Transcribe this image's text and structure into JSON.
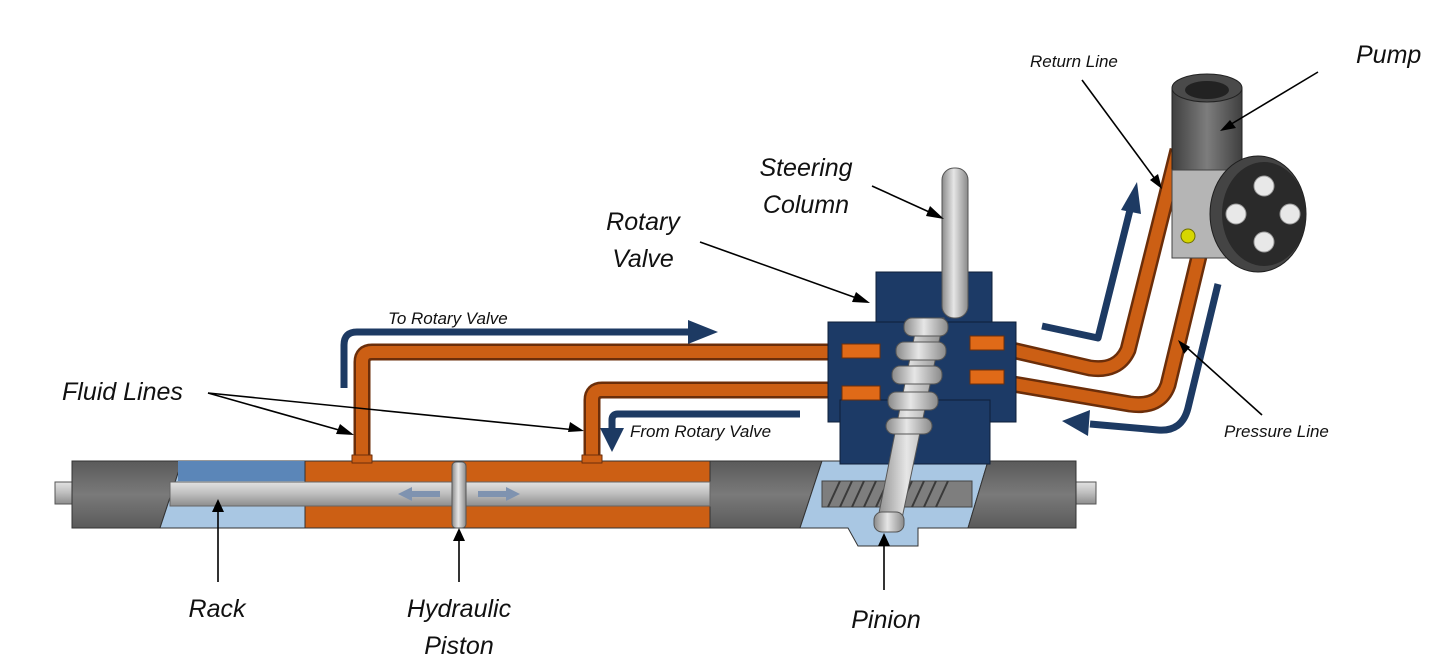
{
  "labels": {
    "steering_column": [
      "Steering",
      "Column"
    ],
    "rotary_valve": [
      "Rotary",
      "Valve"
    ],
    "fluid_lines": "Fluid Lines",
    "to_rotary_valve": "To Rotary Valve",
    "from_rotary_valve": "From Rotary Valve",
    "return_line": "Return Line",
    "pump": "Pump",
    "pressure_line": "Pressure Line",
    "rack": "Rack",
    "hydraulic_piston": [
      "Hydraulic",
      "Piston"
    ],
    "pinion": "Pinion"
  },
  "colors": {
    "fluid_orange": "#cc5f14",
    "valve_navy": "#1c3a66",
    "flow_arrow_navy": "#1d3a63",
    "housing_gray": "#6d6d6d",
    "low_pressure_blue": "#5b86b8",
    "light_blue": "#a9c7e3",
    "rack_metal": "#b9b9b9",
    "pump_body": "#5e5e5e"
  }
}
